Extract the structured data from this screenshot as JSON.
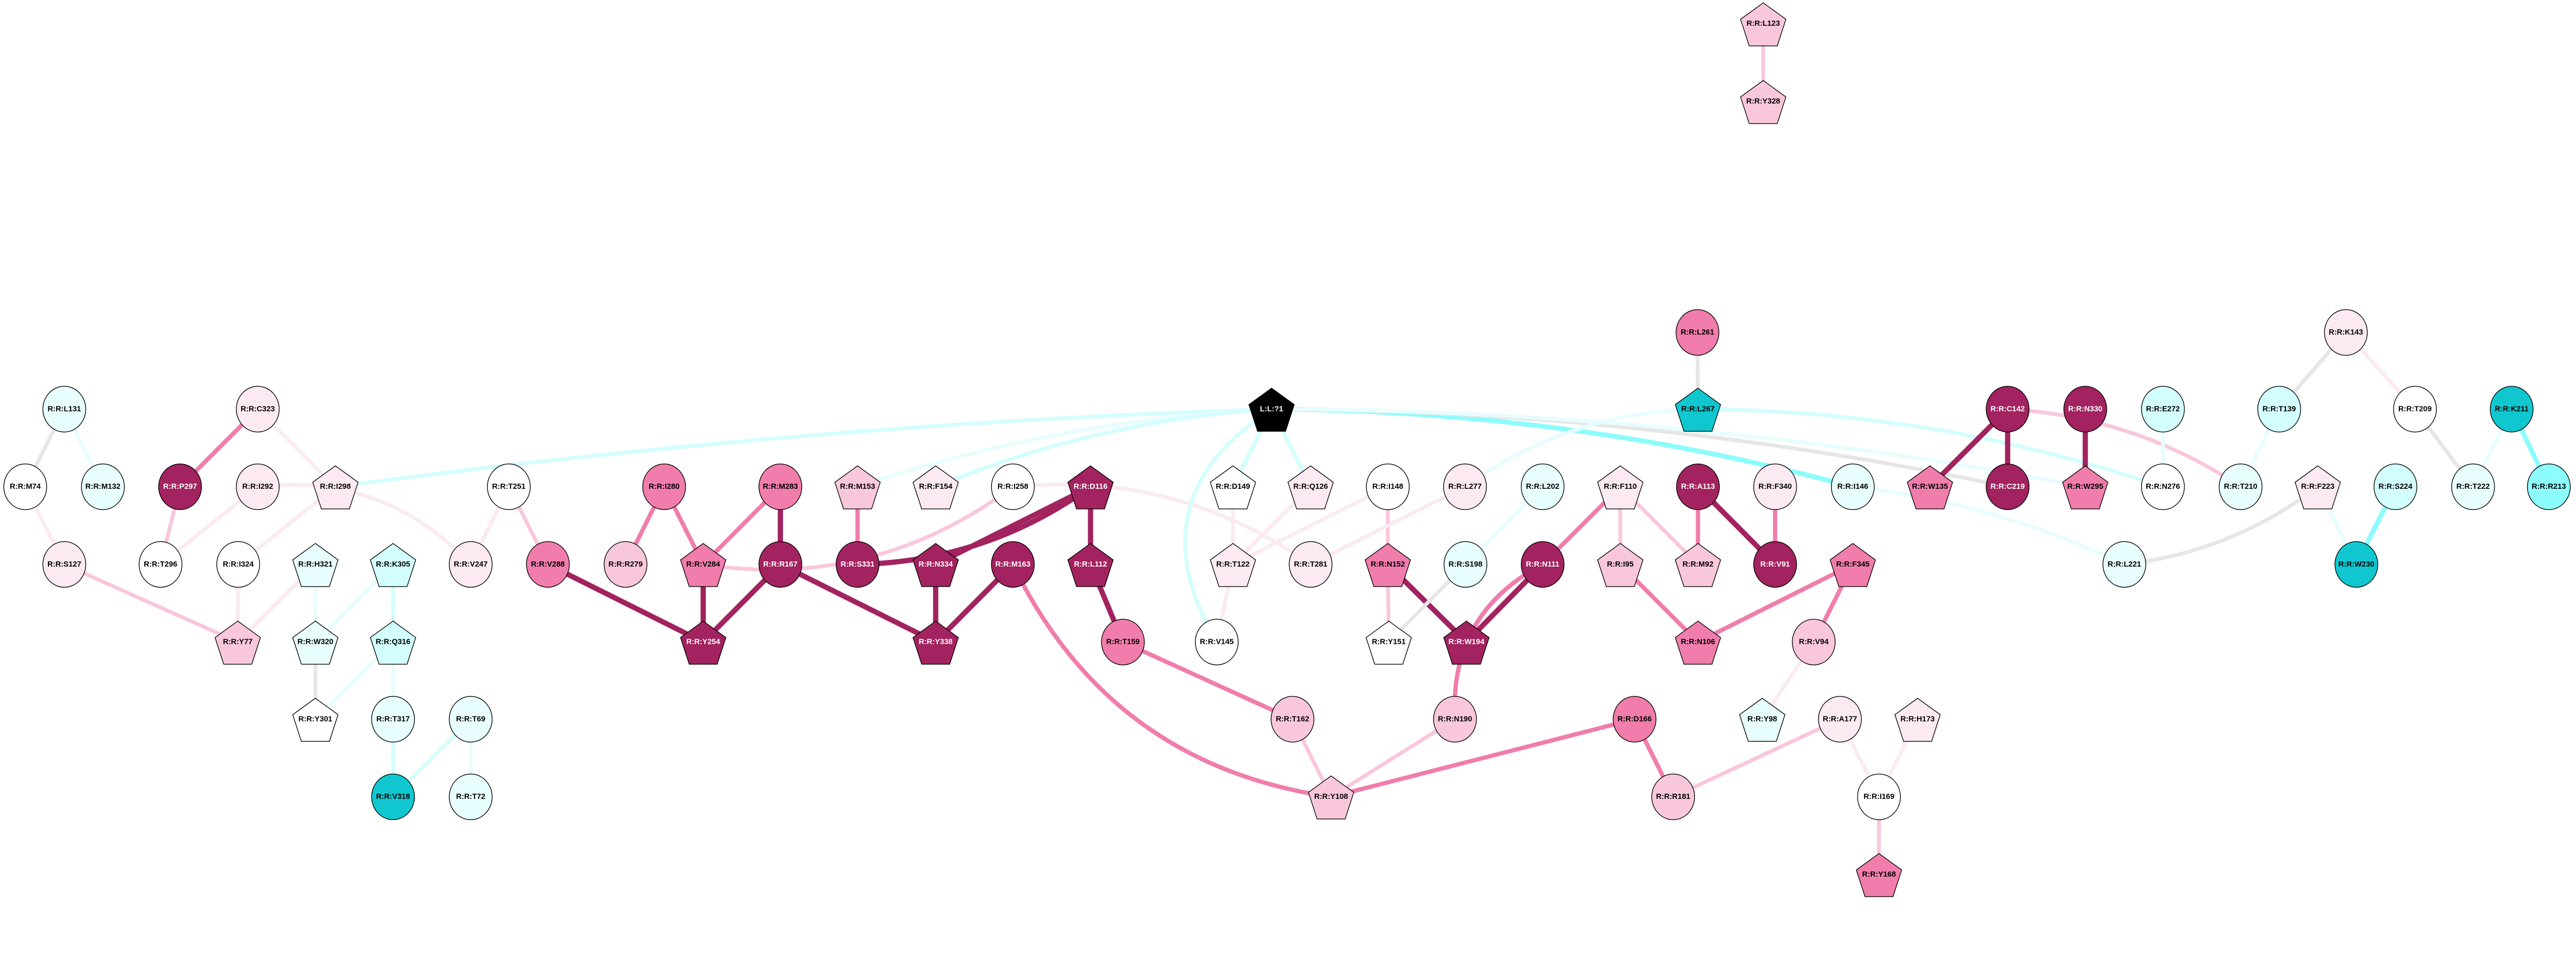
{
  "palette": {
    "dark": "#A2235F",
    "medium": "#F07DAC",
    "light": "#F9C7DC",
    "faint": "#FBEAF2",
    "white": "#FFFFFF",
    "ice": "#E8FDFD",
    "cyan": "#D3FEFE",
    "aqua": "#8CFCFC",
    "teal": "#10C7D0",
    "ligand": "#000000",
    "gray": "#E6E6E6"
  },
  "nodes": [
    {
      "id": "L123",
      "label": "R:R:L123",
      "shape": "pentagon",
      "color": "light"
    },
    {
      "id": "Y328",
      "label": "R:R:Y328",
      "shape": "pentagon",
      "color": "light"
    },
    {
      "id": "L261",
      "label": "R:R:L261",
      "shape": "circle",
      "color": "medium"
    },
    {
      "id": "K143",
      "label": "R:R:K143",
      "shape": "circle",
      "color": "faint"
    },
    {
      "id": "L131",
      "label": "R:R:L131",
      "shape": "circle",
      "color": "ice"
    },
    {
      "id": "C323",
      "label": "R:R:C323",
      "shape": "circle",
      "color": "faint"
    },
    {
      "id": "LIG",
      "label": "L:L:?1",
      "shape": "pentagon",
      "color": "ligand"
    },
    {
      "id": "L267",
      "label": "R:R:L267",
      "shape": "pentagon",
      "color": "teal"
    },
    {
      "id": "C142",
      "label": "R:R:C142",
      "shape": "circle",
      "color": "dark"
    },
    {
      "id": "N330",
      "label": "R:R:N330",
      "shape": "circle",
      "color": "dark"
    },
    {
      "id": "E272",
      "label": "R:R:E272",
      "shape": "circle",
      "color": "cyan"
    },
    {
      "id": "T139",
      "label": "R:R:T139",
      "shape": "circle",
      "color": "cyan"
    },
    {
      "id": "T209",
      "label": "R:R:T209",
      "shape": "circle",
      "color": "white"
    },
    {
      "id": "K211",
      "label": "R:R:K211",
      "shape": "circle",
      "color": "teal"
    },
    {
      "id": "M74",
      "label": "R:R:M74",
      "shape": "circle",
      "color": "white"
    },
    {
      "id": "M132",
      "label": "R:R:M132",
      "shape": "circle",
      "color": "ice"
    },
    {
      "id": "P297",
      "label": "R:R:P297",
      "shape": "circle",
      "color": "dark"
    },
    {
      "id": "I292",
      "label": "R:R:I292",
      "shape": "circle",
      "color": "faint"
    },
    {
      "id": "I298",
      "label": "R:R:I298",
      "shape": "pentagon",
      "color": "faint"
    },
    {
      "id": "T251",
      "label": "R:R:T251",
      "shape": "circle",
      "color": "white"
    },
    {
      "id": "I280",
      "label": "R:R:I280",
      "shape": "circle",
      "color": "medium"
    },
    {
      "id": "M283",
      "label": "R:R:M283",
      "shape": "circle",
      "color": "medium"
    },
    {
      "id": "M153",
      "label": "R:R:M153",
      "shape": "pentagon",
      "color": "light"
    },
    {
      "id": "F154",
      "label": "R:R:F154",
      "shape": "pentagon",
      "color": "faint"
    },
    {
      "id": "I258",
      "label": "R:R:I258",
      "shape": "circle",
      "color": "white"
    },
    {
      "id": "D116",
      "label": "R:R:D116",
      "shape": "pentagon",
      "color": "dark"
    },
    {
      "id": "D149",
      "label": "R:R:D149",
      "shape": "pentagon",
      "color": "white"
    },
    {
      "id": "Q126",
      "label": "R:R:Q126",
      "shape": "pentagon",
      "color": "faint"
    },
    {
      "id": "I148",
      "label": "R:R:I148",
      "shape": "circle",
      "color": "white"
    },
    {
      "id": "L277",
      "label": "R:R:L277",
      "shape": "circle",
      "color": "faint"
    },
    {
      "id": "L202",
      "label": "R:R:L202",
      "shape": "circle",
      "color": "ice"
    },
    {
      "id": "F110",
      "label": "R:R:F110",
      "shape": "pentagon",
      "color": "faint"
    },
    {
      "id": "A113",
      "label": "R:R:A113",
      "shape": "circle",
      "color": "dark"
    },
    {
      "id": "F340",
      "label": "R:R:F340",
      "shape": "circle",
      "color": "faint"
    },
    {
      "id": "I146",
      "label": "R:R:I146",
      "shape": "circle",
      "color": "ice"
    },
    {
      "id": "W135",
      "label": "R:R:W135",
      "shape": "pentagon",
      "color": "medium"
    },
    {
      "id": "C219",
      "label": "R:R:C219",
      "shape": "circle",
      "color": "dark"
    },
    {
      "id": "W295",
      "label": "R:R:W295",
      "shape": "pentagon",
      "color": "medium"
    },
    {
      "id": "N276",
      "label": "R:R:N276",
      "shape": "circle",
      "color": "white"
    },
    {
      "id": "T210",
      "label": "R:R:T210",
      "shape": "circle",
      "color": "ice"
    },
    {
      "id": "F223",
      "label": "R:R:F223",
      "shape": "pentagon",
      "color": "faint"
    },
    {
      "id": "S224",
      "label": "R:R:S224",
      "shape": "circle",
      "color": "cyan"
    },
    {
      "id": "T222",
      "label": "R:R:T222",
      "shape": "circle",
      "color": "ice"
    },
    {
      "id": "R213",
      "label": "R:R:R213",
      "shape": "circle",
      "color": "aqua"
    },
    {
      "id": "S127",
      "label": "R:R:S127",
      "shape": "circle",
      "color": "faint"
    },
    {
      "id": "T296",
      "label": "R:R:T296",
      "shape": "circle",
      "color": "white"
    },
    {
      "id": "I324",
      "label": "R:R:I324",
      "shape": "circle",
      "color": "white"
    },
    {
      "id": "H321",
      "label": "R:R:H321",
      "shape": "pentagon",
      "color": "ice"
    },
    {
      "id": "K305",
      "label": "R:R:K305",
      "shape": "pentagon",
      "color": "cyan"
    },
    {
      "id": "V247",
      "label": "R:R:V247",
      "shape": "circle",
      "color": "faint"
    },
    {
      "id": "V288",
      "label": "R:R:V288",
      "shape": "circle",
      "color": "medium"
    },
    {
      "id": "R279",
      "label": "R:R:R279",
      "shape": "circle",
      "color": "light"
    },
    {
      "id": "V284",
      "label": "R:R:V284",
      "shape": "pentagon",
      "color": "medium"
    },
    {
      "id": "R167",
      "label": "R:R:R167",
      "shape": "circle",
      "color": "dark"
    },
    {
      "id": "S331",
      "label": "R:R:S331",
      "shape": "circle",
      "color": "dark"
    },
    {
      "id": "N334",
      "label": "R:R:N334",
      "shape": "pentagon",
      "color": "dark"
    },
    {
      "id": "M163",
      "label": "R:R:M163",
      "shape": "circle",
      "color": "dark"
    },
    {
      "id": "L112",
      "label": "R:R:L112",
      "shape": "pentagon",
      "color": "dark"
    },
    {
      "id": "T122",
      "label": "R:R:T122",
      "shape": "pentagon",
      "color": "faint"
    },
    {
      "id": "T281",
      "label": "R:R:T281",
      "shape": "circle",
      "color": "faint"
    },
    {
      "id": "N152",
      "label": "R:R:N152",
      "shape": "pentagon",
      "color": "medium"
    },
    {
      "id": "S198",
      "label": "R:R:S198",
      "shape": "circle",
      "color": "ice"
    },
    {
      "id": "N111",
      "label": "R:R:N111",
      "shape": "circle",
      "color": "dark"
    },
    {
      "id": "I95",
      "label": "R:R:I95",
      "shape": "pentagon",
      "color": "light"
    },
    {
      "id": "M92",
      "label": "R:R:M92",
      "shape": "pentagon",
      "color": "light"
    },
    {
      "id": "V91",
      "label": "R:R:V91",
      "shape": "circle",
      "color": "dark"
    },
    {
      "id": "F345",
      "label": "R:R:F345",
      "shape": "pentagon",
      "color": "medium"
    },
    {
      "id": "L221",
      "label": "R:R:L221",
      "shape": "circle",
      "color": "ice"
    },
    {
      "id": "W230",
      "label": "R:R:W230",
      "shape": "circle",
      "color": "teal"
    },
    {
      "id": "Y77",
      "label": "R:R:Y77",
      "shape": "pentagon",
      "color": "light"
    },
    {
      "id": "W320",
      "label": "R:R:W320",
      "shape": "pentagon",
      "color": "ice"
    },
    {
      "id": "Q316",
      "label": "R:R:Q316",
      "shape": "pentagon",
      "color": "cyan"
    },
    {
      "id": "Y254",
      "label": "R:R:Y254",
      "shape": "pentagon",
      "color": "dark"
    },
    {
      "id": "Y338",
      "label": "R:R:Y338",
      "shape": "pentagon",
      "color": "dark"
    },
    {
      "id": "T159",
      "label": "R:R:T159",
      "shape": "circle",
      "color": "medium"
    },
    {
      "id": "V145",
      "label": "R:R:V145",
      "shape": "circle",
      "color": "white"
    },
    {
      "id": "Y151",
      "label": "R:R:Y151",
      "shape": "pentagon",
      "color": "white"
    },
    {
      "id": "W194",
      "label": "R:R:W194",
      "shape": "pentagon",
      "color": "dark"
    },
    {
      "id": "N106",
      "label": "R:R:N106",
      "shape": "pentagon",
      "color": "medium"
    },
    {
      "id": "V94",
      "label": "R:R:V94",
      "shape": "circle",
      "color": "light"
    },
    {
      "id": "Y301",
      "label": "R:R:Y301",
      "shape": "pentagon",
      "color": "white"
    },
    {
      "id": "T317",
      "label": "R:R:T317",
      "shape": "circle",
      "color": "ice"
    },
    {
      "id": "T69",
      "label": "R:R:T69",
      "shape": "circle",
      "color": "ice"
    },
    {
      "id": "T162",
      "label": "R:R:T162",
      "shape": "circle",
      "color": "light"
    },
    {
      "id": "N190",
      "label": "R:R:N190",
      "shape": "circle",
      "color": "light"
    },
    {
      "id": "D166",
      "label": "R:R:D166",
      "shape": "circle",
      "color": "medium"
    },
    {
      "id": "Y98",
      "label": "R:R:Y98",
      "shape": "pentagon",
      "color": "ice"
    },
    {
      "id": "A177",
      "label": "R:R:A177",
      "shape": "circle",
      "color": "faint"
    },
    {
      "id": "H173",
      "label": "R:R:H173",
      "shape": "pentagon",
      "color": "faint"
    },
    {
      "id": "V318",
      "label": "R:R:V318",
      "shape": "circle",
      "color": "teal"
    },
    {
      "id": "T72",
      "label": "R:R:T72",
      "shape": "circle",
      "color": "ice"
    },
    {
      "id": "Y108",
      "label": "R:R:Y108",
      "shape": "pentagon",
      "color": "light"
    },
    {
      "id": "R181",
      "label": "R:R:R181",
      "shape": "circle",
      "color": "light"
    },
    {
      "id": "I169",
      "label": "R:R:I169",
      "shape": "circle",
      "color": "white"
    },
    {
      "id": "Y168",
      "label": "R:R:Y168",
      "shape": "pentagon",
      "color": "medium"
    }
  ],
  "edges": [
    {
      "from": "L123",
      "to": "Y328",
      "color": "light"
    },
    {
      "from": "L131",
      "to": "M74",
      "color": "gray"
    },
    {
      "from": "L131",
      "to": "M132",
      "color": "ice"
    },
    {
      "from": "C323",
      "to": "P297",
      "color": "medium"
    },
    {
      "from": "C323",
      "to": "I298",
      "color": "faint"
    },
    {
      "from": "P297",
      "to": "T296",
      "color": "light"
    },
    {
      "from": "I292",
      "to": "T296",
      "color": "faint"
    },
    {
      "from": "I292",
      "to": "V247",
      "color": "faint"
    },
    {
      "from": "I298",
      "to": "I324",
      "color": "faint"
    },
    {
      "from": "M74",
      "to": "S127",
      "color": "faint"
    },
    {
      "from": "S127",
      "to": "Y77",
      "color": "light"
    },
    {
      "from": "I324",
      "to": "Y77",
      "color": "faint"
    },
    {
      "from": "H321",
      "to": "Y77",
      "color": "faint"
    },
    {
      "from": "H321",
      "to": "W320",
      "color": "ice"
    },
    {
      "from": "K305",
      "to": "W320",
      "color": "ice"
    },
    {
      "from": "K305",
      "to": "Q316",
      "color": "cyan"
    },
    {
      "from": "W320",
      "to": "Y301",
      "color": "gray"
    },
    {
      "from": "Q316",
      "to": "Y301",
      "color": "ice"
    },
    {
      "from": "Q316",
      "to": "T317",
      "color": "ice"
    },
    {
      "from": "T317",
      "to": "V318",
      "color": "cyan"
    },
    {
      "from": "T69",
      "to": "V318",
      "color": "cyan"
    },
    {
      "from": "T69",
      "to": "T72",
      "color": "ice"
    },
    {
      "from": "T251",
      "to": "V247",
      "color": "faint"
    },
    {
      "from": "T251",
      "to": "V288",
      "color": "light"
    },
    {
      "from": "V288",
      "to": "Y254",
      "color": "dark"
    },
    {
      "from": "I280",
      "to": "R279",
      "color": "medium"
    },
    {
      "from": "I280",
      "to": "V284",
      "color": "medium"
    },
    {
      "from": "M283",
      "to": "V284",
      "color": "medium"
    },
    {
      "from": "M283",
      "to": "R167",
      "color": "dark"
    },
    {
      "from": "V284",
      "to": "Y254",
      "color": "dark"
    },
    {
      "from": "R167",
      "to": "Y254",
      "color": "dark"
    },
    {
      "from": "R167",
      "to": "Y338",
      "color": "dark"
    },
    {
      "from": "M153",
      "to": "S331",
      "color": "medium"
    },
    {
      "from": "N334",
      "to": "Y338",
      "color": "dark"
    },
    {
      "from": "M163",
      "to": "Y338",
      "color": "dark"
    },
    {
      "from": "M163",
      "to": "Y108",
      "color": "medium"
    },
    {
      "from": "I258",
      "to": "V284",
      "color": "light"
    },
    {
      "from": "I258",
      "to": "T281",
      "color": "faint"
    },
    {
      "from": "D116",
      "to": "S331",
      "color": "dark"
    },
    {
      "from": "D116",
      "to": "N334",
      "color": "dark"
    },
    {
      "from": "D116",
      "to": "L112",
      "color": "dark"
    },
    {
      "from": "L112",
      "to": "T159",
      "color": "dark"
    },
    {
      "from": "T159",
      "to": "T162",
      "color": "medium"
    },
    {
      "from": "T162",
      "to": "Y108",
      "color": "light"
    },
    {
      "from": "N190",
      "to": "Y108",
      "color": "light"
    },
    {
      "from": "D166",
      "to": "Y108",
      "color": "medium"
    },
    {
      "from": "D166",
      "to": "R181",
      "color": "medium"
    },
    {
      "from": "A177",
      "to": "R181",
      "color": "light"
    },
    {
      "from": "A177",
      "to": "I169",
      "color": "faint"
    },
    {
      "from": "H173",
      "to": "I169",
      "color": "faint"
    },
    {
      "from": "I169",
      "to": "Y168",
      "color": "light"
    },
    {
      "from": "LIG",
      "to": "I298",
      "color": "cyan"
    },
    {
      "from": "LIG",
      "to": "M153",
      "color": "ice"
    },
    {
      "from": "LIG",
      "to": "F154",
      "color": "cyan"
    },
    {
      "from": "LIG",
      "to": "V145",
      "color": "cyan"
    },
    {
      "from": "LIG",
      "to": "D149",
      "color": "cyan"
    },
    {
      "from": "LIG",
      "to": "Q126",
      "color": "cyan"
    },
    {
      "from": "LIG",
      "to": "I146",
      "color": "aqua"
    },
    {
      "from": "LIG",
      "to": "C219",
      "color": "gray"
    },
    {
      "from": "LIG",
      "to": "W295",
      "color": "ice"
    },
    {
      "from": "L261",
      "to": "L267",
      "color": "gray"
    },
    {
      "from": "L267",
      "to": "L277",
      "color": "ice"
    },
    {
      "from": "L267",
      "to": "N276",
      "color": "cyan"
    },
    {
      "from": "D149",
      "to": "T122",
      "color": "faint"
    },
    {
      "from": "Q126",
      "to": "T122",
      "color": "faint"
    },
    {
      "from": "I148",
      "to": "T122",
      "color": "faint"
    },
    {
      "from": "I148",
      "to": "N152",
      "color": "light"
    },
    {
      "from": "L277",
      "to": "T281",
      "color": "faint"
    },
    {
      "from": "T122",
      "to": "V145",
      "color": "faint"
    },
    {
      "from": "N152",
      "to": "Y151",
      "color": "light"
    },
    {
      "from": "N152",
      "to": "W194",
      "color": "dark"
    },
    {
      "from": "S198",
      "to": "Y151",
      "color": "gray"
    },
    {
      "from": "L202",
      "to": "S198",
      "color": "ice"
    },
    {
      "from": "N111",
      "to": "W194",
      "color": "dark"
    },
    {
      "from": "N111",
      "to": "F110",
      "color": "medium"
    },
    {
      "from": "N111",
      "to": "N190",
      "color": "medium"
    },
    {
      "from": "F110",
      "to": "I95",
      "color": "light"
    },
    {
      "from": "F110",
      "to": "M92",
      "color": "light"
    },
    {
      "from": "A113",
      "to": "M92",
      "color": "medium"
    },
    {
      "from": "A113",
      "to": "V91",
      "color": "dark"
    },
    {
      "from": "F340",
      "to": "V91",
      "color": "medium"
    },
    {
      "from": "I95",
      "to": "N106",
      "color": "medium"
    },
    {
      "from": "F345",
      "to": "N106",
      "color": "medium"
    },
    {
      "from": "F345",
      "to": "V94",
      "color": "medium"
    },
    {
      "from": "V94",
      "to": "Y98",
      "color": "faint"
    },
    {
      "from": "I146",
      "to": "L221",
      "color": "ice"
    },
    {
      "from": "C142",
      "to": "W135",
      "color": "dark"
    },
    {
      "from": "C142",
      "to": "C219",
      "color": "dark"
    },
    {
      "from": "C142",
      "to": "T210",
      "color": "light"
    },
    {
      "from": "N330",
      "to": "W295",
      "color": "dark"
    },
    {
      "from": "E272",
      "to": "N276",
      "color": "ice"
    },
    {
      "from": "T139",
      "to": "T210",
      "color": "ice"
    },
    {
      "from": "K143",
      "to": "T139",
      "color": "gray"
    },
    {
      "from": "K143",
      "to": "T209",
      "color": "faint"
    },
    {
      "from": "T209",
      "to": "T222",
      "color": "gray"
    },
    {
      "from": "K211",
      "to": "T222",
      "color": "ice"
    },
    {
      "from": "K211",
      "to": "R213",
      "color": "aqua"
    },
    {
      "from": "F223",
      "to": "L221",
      "color": "gray"
    },
    {
      "from": "F223",
      "to": "W230",
      "color": "ice"
    },
    {
      "from": "S224",
      "to": "W230",
      "color": "aqua"
    }
  ]
}
